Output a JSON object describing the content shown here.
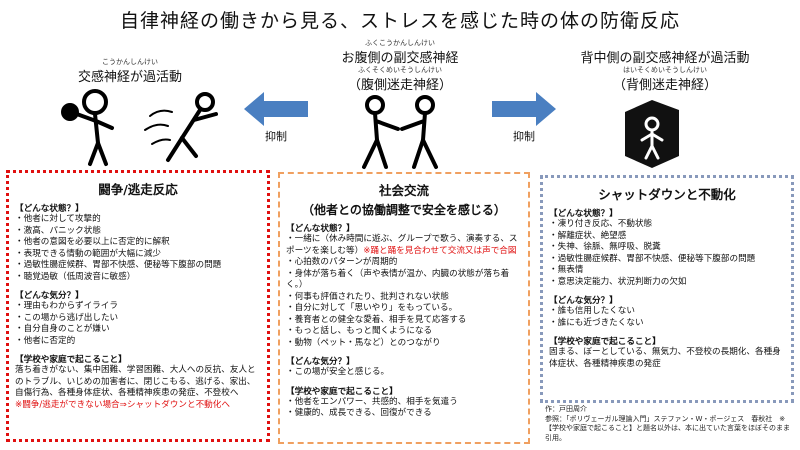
{
  "title": "自律神経の働きから見る、ストレスを感じた時の体の防衛反応",
  "left_col": {
    "ruby": "こうかんしんけい",
    "heading": "交感神経が過活動"
  },
  "center_col": {
    "ruby1": "ふくこうかんしんけい",
    "heading1": "お腹側の副交感神経",
    "ruby2": "ふくそくめいそうしんけい",
    "heading2": "（腹側迷走神経）"
  },
  "right_col": {
    "heading1": "背中側の副交感神経が過活動",
    "ruby": "はいそくめいそうしんけい",
    "heading2": "（背側迷走神経）"
  },
  "arrows": {
    "left_label": "抑制",
    "right_label": "抑制",
    "color": "#4a7fc1"
  },
  "fight_box": {
    "title": "闘争/逃走反応",
    "state_head": "【どんな状態？】",
    "state_items": "・他者に対して攻撃的\n・激高、パニック状態\n・他者の意図を必要以上に否定的に解釈\n・表現できる情動の範囲が大幅に減少\n・過敏性腸症候群、胃部不快感、便秘等下腹部の問題\n・聴覚過敏（低周波音に敏感）",
    "mood_head": "【どんな気分？】",
    "mood_items": "・理由もわからずイライラ\n・この場から逃げ出したい\n・自分自身のことが嫌い\n・他者に否定的",
    "home_head": "【学校や家庭で起こること】",
    "home_text": "落ち着きがない、集中困難、学習困難、大人への反抗、友人とのトラブル、いじめの加害者に、閉じこもる、逃げる、家出、自傷行為、各種身体症状、各種精神疾患の発症、不登校へ",
    "note": "※闘争/逃走ができない場合⇒シャットダウンと不動化へ"
  },
  "social_box": {
    "title": "社会交流",
    "subtitle": "（他者との協働調整で安全を感じる）",
    "state_head": "【どんな状態？】",
    "state_text": "・一緒に（休み時間に遊ぶ、グループで歌う、演奏する、スポーツを楽しむ等）",
    "state_note": "※踊と踊を見合わせて交流又は声で合図",
    "state_items": "・心拍数のパターンが周期的\n・身体が落ち着く（声や表情が温か、内臓の状態が落ち着く。）\n・何事も評価されたり、批判されない状態\n・自分に対して「思いやり」をもっている。\n・養育者との健全な愛着、相手を見て応答する\n・もっと話し、もっと聞くようになる\n・動物（ペット・馬など）とのつながり",
    "mood_head": "【どんな気分？】",
    "mood_items": "・この場が安全と感じる。",
    "home_head": "【学校や家庭で起こること】",
    "home_items": "・他者をエンパワー、共感的、相手を気遣う\n・健康的、成長できる、回復ができる"
  },
  "shutdown_box": {
    "title": "シャットダウンと不動化",
    "state_head": "【どんな状態？】",
    "state_items": "・凍り付き反応、不動状態\n・解離症状、絶望感\n・失神、徐脈、無呼吸、脱糞\n・過敏性腸症候群、胃部不快感、便秘等下腹部の問題\n・無表情\n・意思決定能力、状況判断力の欠如",
    "mood_head": "【どんな気分？】",
    "mood_items": "・誰も信用したくない\n・誰にも近づきたくない",
    "home_head": "【学校や家庭で起こること】",
    "home_text": "固まる、ぼーとしている、無気力、不登校の長期化、各種身体症状、各種精神疾患の発症"
  },
  "credits": "作：戸田周介\n参照：「ポリヴェーガル理論入門」ステファン・W・ポージェス　春秋社　※【学校や家庭で起こること】と題名以外は、本に出ていた言葉をほぼそのまま引用。"
}
